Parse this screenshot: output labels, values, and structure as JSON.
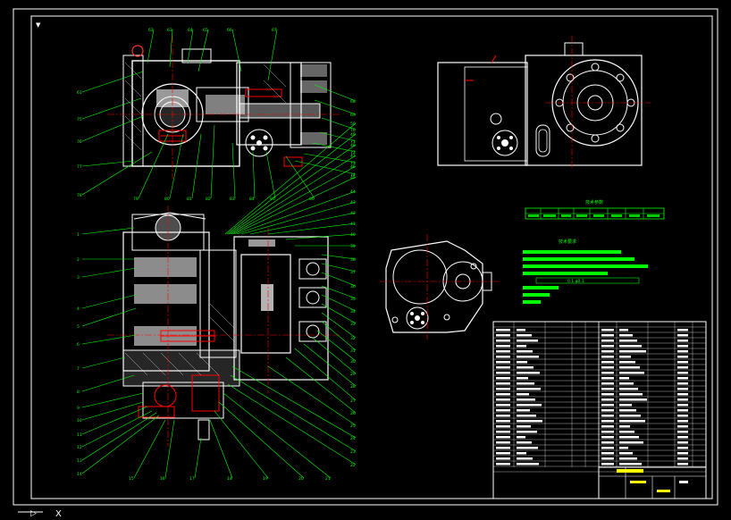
{
  "colors": {
    "background": "#000000",
    "outline": "#ffffff",
    "leaders": "#00ff00",
    "section": "#ff0000",
    "accent": "#ffff00",
    "hatch": "#ff00ff"
  },
  "corner_mark": "▼",
  "bottom_left_symbols": [
    "▷",
    "X"
  ],
  "table_titles": {
    "spec": "技术参数",
    "requirements": "技术要求"
  },
  "requirements_note": "0.1 φ0.1",
  "upper_view_labels": [
    "61",
    "62",
    "63",
    "64",
    "65",
    "66",
    "67",
    "68",
    "69",
    "70",
    "71",
    "72",
    "73",
    "74",
    "75",
    "76",
    "77",
    "78",
    "79",
    "80",
    "81",
    "82",
    "83",
    "84",
    "85",
    "86"
  ],
  "lower_view_labels": [
    "1",
    "2",
    "3",
    "4",
    "5",
    "6",
    "7",
    "8",
    "9",
    "10",
    "11",
    "12",
    "13",
    "14",
    "15",
    "16",
    "17",
    "18",
    "19",
    "20",
    "21",
    "22",
    "23",
    "24",
    "25",
    "26",
    "27",
    "28",
    "29",
    "30",
    "31",
    "32",
    "33",
    "34",
    "35",
    "36",
    "37",
    "38",
    "39",
    "40",
    "41",
    "42",
    "43",
    "44",
    "45",
    "46",
    "47",
    "48",
    "49",
    "50"
  ]
}
